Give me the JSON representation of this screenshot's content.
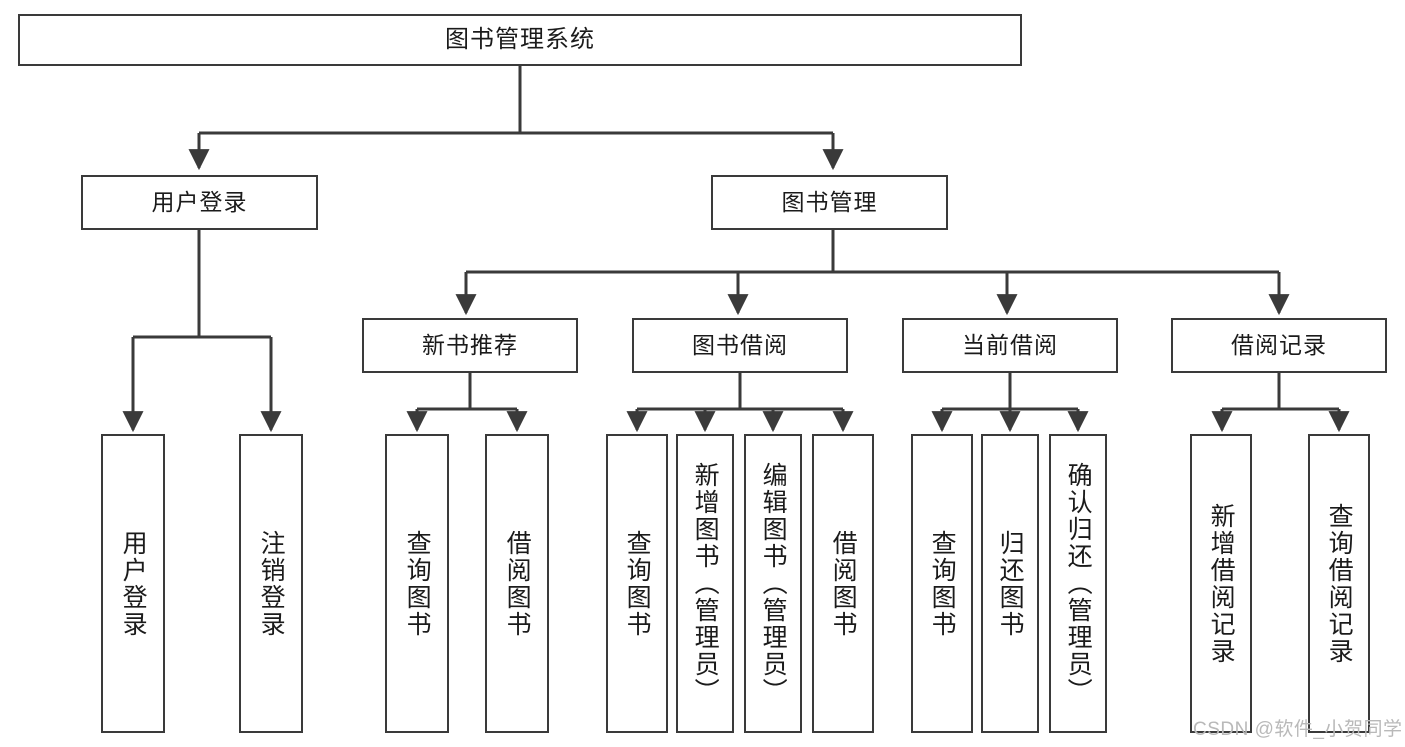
{
  "diagram": {
    "title": "图书管理系统",
    "type": "tree-hierarchy-chart",
    "stroke_color": "#3a3a3a",
    "fill_color": "#ffffff",
    "text_color": "#1b1b1b"
  },
  "nodes": {
    "root": {
      "label": "图书管理系统"
    },
    "level2": [
      {
        "label": "用户登录"
      },
      {
        "label": "图书管理"
      }
    ],
    "level3": [
      {
        "label": "新书推荐"
      },
      {
        "label": "图书借阅"
      },
      {
        "label": "当前借阅"
      },
      {
        "label": "借阅记录"
      }
    ],
    "leaves_user_login": [
      {
        "label": "用户登录"
      },
      {
        "label": "注销登录"
      }
    ],
    "leaves_new_book": [
      {
        "label": "查询图书"
      },
      {
        "label": "借阅图书"
      }
    ],
    "leaves_borrow": [
      {
        "label": "查询图书"
      },
      {
        "label": "新增图书（管理员）"
      },
      {
        "label": "编辑图书（管理员）"
      },
      {
        "label": "借阅图书"
      }
    ],
    "leaves_current": [
      {
        "label": "查询图书"
      },
      {
        "label": "归还图书"
      },
      {
        "label": "确认归还（管理员）"
      }
    ],
    "leaves_records": [
      {
        "label": "新增借阅记录"
      },
      {
        "label": "查询借阅记录"
      }
    ]
  },
  "watermark": {
    "text": "CSDN @软件_小贺同学"
  }
}
